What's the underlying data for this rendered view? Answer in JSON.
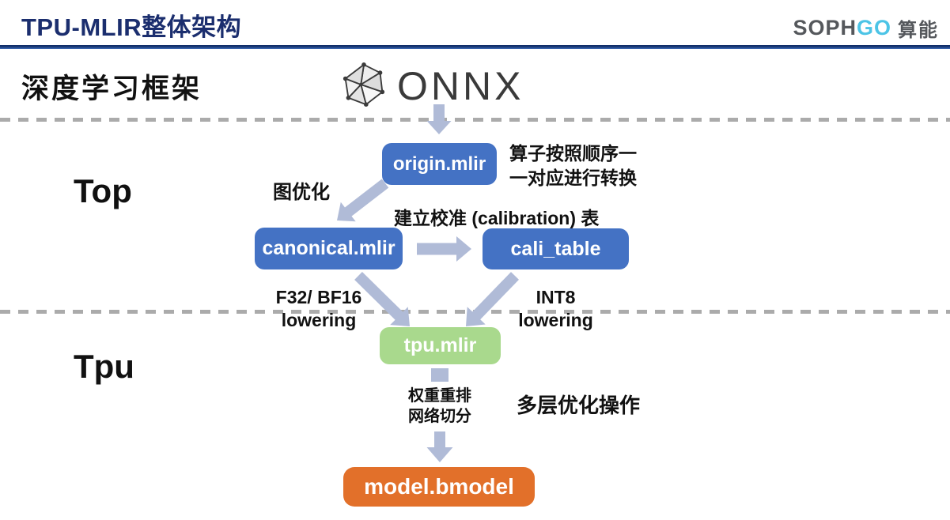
{
  "header": {
    "title": "TPU-MLIR整体架构",
    "logo": {
      "part_soph": "SOPH",
      "part_go": "GO",
      "part_cn": "算能"
    }
  },
  "sections": {
    "framework_label": "深度学习框架",
    "top_label": "Top",
    "tpu_label": "Tpu"
  },
  "onnx_label": "ONNX",
  "nodes": {
    "origin": "origin.mlir",
    "canonical": "canonical.mlir",
    "cali_table": "cali_table",
    "tpu": "tpu.mlir",
    "bmodel": "model.bmodel"
  },
  "annotations": {
    "op_convert": "算子按照顺序一\n一对应进行转换",
    "graph_opt": "图优化",
    "calibration": "建立校准 (calibration) 表",
    "f32_lowering": "F32/ BF16\nlowering",
    "int8_lowering": "INT8\nlowering",
    "weight_steps": "权重重排\n网络切分\n...",
    "multi_opt": "多层优化操作"
  },
  "colors": {
    "blue_box": "#4472c4",
    "green_box": "#a9d98d",
    "orange_box": "#e2702a",
    "arrow": "#b0bbd7",
    "title": "#1b2e6e",
    "dash": "#ababab",
    "logo_accent": "#4cc4e6"
  }
}
